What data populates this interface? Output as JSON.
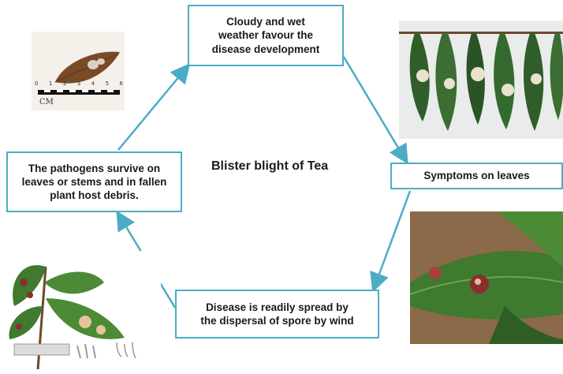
{
  "title": "Blister blight of Tea",
  "steps": {
    "top": "Cloudy and wet\nweather favour the\ndisease development",
    "right": "Symptoms on leaves",
    "bottom": "Disease is readily spread by\nthe dispersal of spore by wind",
    "left": "The pathogens survive on\nleaves or stems and in fallen\nplant host debris."
  },
  "specimen_scale": {
    "numbers": [
      "0",
      "1",
      "2",
      "3",
      "4",
      "5",
      "6"
    ],
    "unit": "CM"
  },
  "colors": {
    "box_border": "#4bacc6",
    "arrow": "#4bacc6",
    "leaf_green": "#2f5e2a",
    "blister": "#c9a27a"
  }
}
